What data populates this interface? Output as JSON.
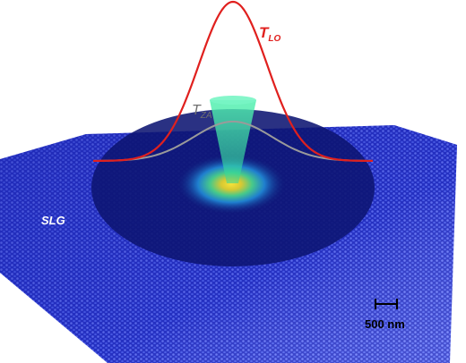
{
  "labels": {
    "t_lo_main": "T",
    "t_lo_sub": "LO",
    "t_za_main": "T",
    "t_za_sub": "ZA",
    "slg": "SLG",
    "scale": "500 nm"
  },
  "colors": {
    "t_lo_curve": "#e0201e",
    "t_za_curve": "#9a9a9a",
    "t_lo_text": "#e0201e",
    "t_za_text": "#6f6f6f",
    "sheet_dark": "#1c25b8",
    "sheet_light": "#3a4ef0",
    "inner_disc": "#0d1472",
    "laser_beam": "#3fe8a8",
    "hotspot_center": "#f8e23a",
    "slg_text": "#ffffff",
    "scale_text": "#000000"
  },
  "icons": {
    "laser": "laser-beam-cone",
    "sheet": "graphene-lattice-sheet"
  }
}
